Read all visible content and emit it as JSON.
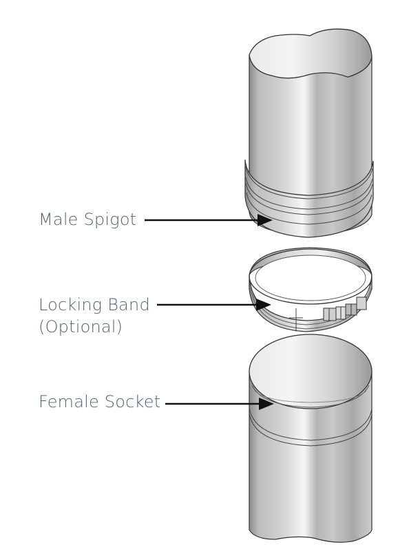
{
  "labels": {
    "male_spigot": "Male Spigot",
    "locking_band_line1": "Locking Band",
    "locking_band_line2": "(Optional)",
    "female_socket": "Female Socket"
  },
  "colors": {
    "label_text": "#4f6470",
    "outline": "#333333",
    "metal_dark": "#8a8a8a",
    "metal_light": "#f4f4f4"
  }
}
